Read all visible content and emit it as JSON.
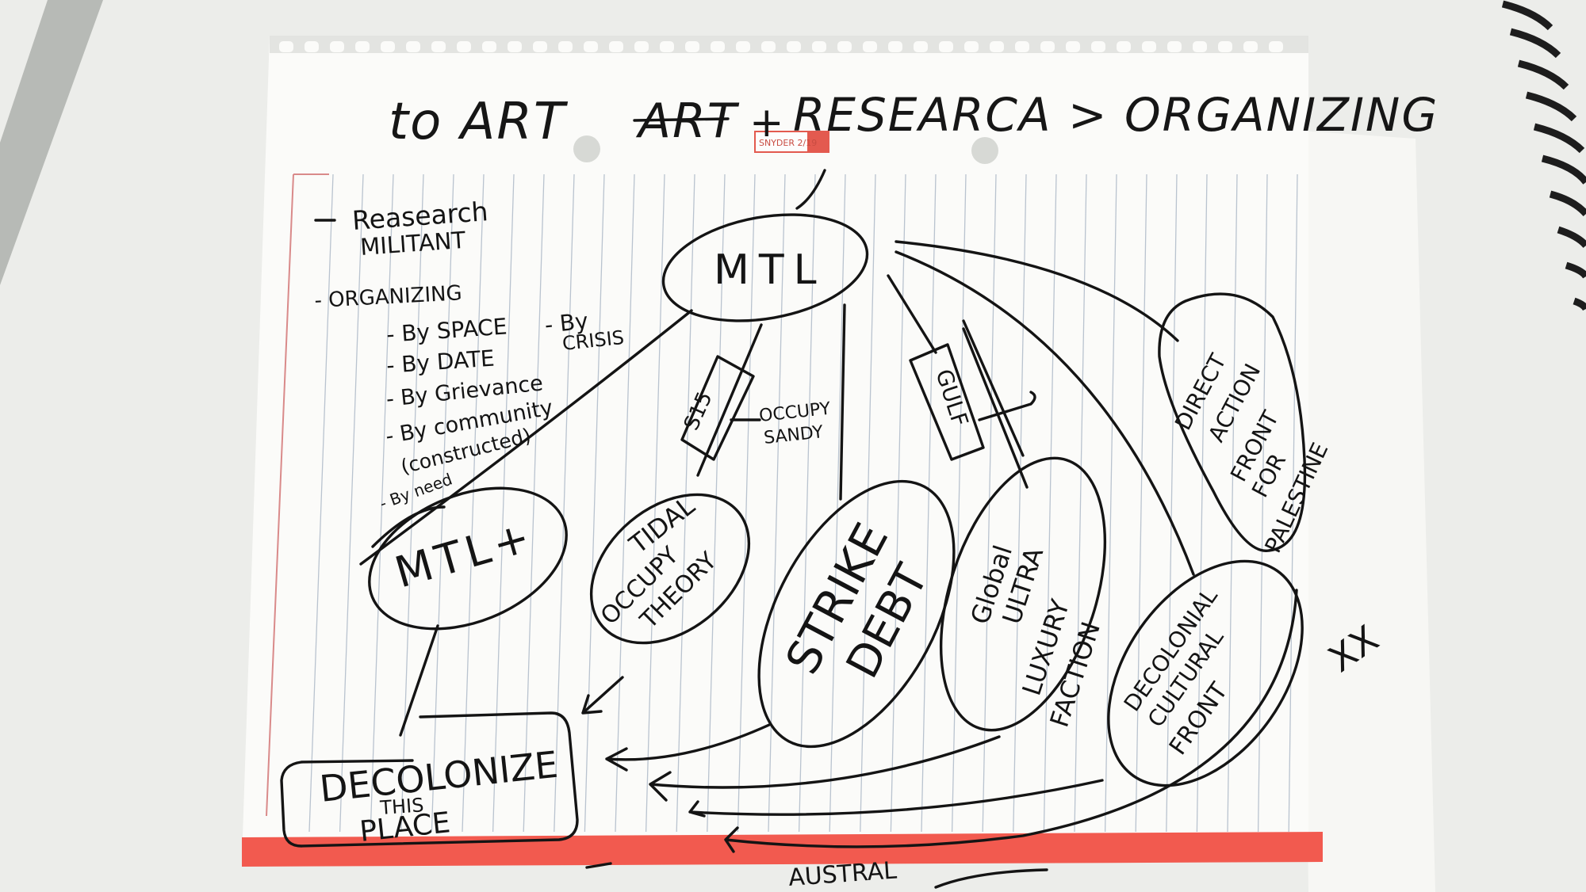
{
  "photo": {
    "colors": {
      "paper": "#fbfbf9",
      "rule_line": "#b9c3cf",
      "margin_line": "#d98a8a",
      "ink": "#141414",
      "red_band": "#f25a4f",
      "table": "#ecedea"
    },
    "header": {
      "to_art": "to ART",
      "crossed_art": "ART",
      "plus": "+",
      "research_organizing": "RESEARCA > ORGANIZING"
    },
    "badge_text": "SNYDER 2/19",
    "notes": {
      "line1": "Reasearch",
      "line2": "MILITANT",
      "line3": "- ORGANIZING",
      "line4": "- By SPACE",
      "line5": "- By",
      "line6": "CRISIS",
      "line7": "- By DATE",
      "line8": "- By Grievance",
      "line9": "- By community",
      "line10": "(constructed)",
      "line11": "- By need"
    },
    "nodes": {
      "mtl": "MTL",
      "mtl_plus": "MTL+",
      "tidal_1": "TIDAL",
      "tidal_2": "OCCUPY",
      "tidal_3": "THEORY",
      "strike_1": "STRIKE",
      "strike_2": "DEBT",
      "gulf_1": "Global",
      "gulf_2": "ULTRA",
      "gulf_3": "LUXURY",
      "gulf_4": "FACTION",
      "decol_front_1": "DECOLONIAL",
      "decol_front_2": "CULTURAL",
      "decol_front_3": "FRONT",
      "direct_1": "DIRECT",
      "direct_2": "ACTION",
      "direct_3": "FRONT",
      "direct_4": "FOR",
      "direct_5": "PALESTINE",
      "decolonize_1": "DECOLONIZE",
      "decolonize_2": "THIS",
      "decolonize_3": "PLACE"
    },
    "labels": {
      "s15": "S15",
      "occupy": "OCCUPY",
      "sandy": "SANDY",
      "gulf": "GULF",
      "xx": "XX",
      "bottom_fragment": "AUSTRAL"
    }
  }
}
